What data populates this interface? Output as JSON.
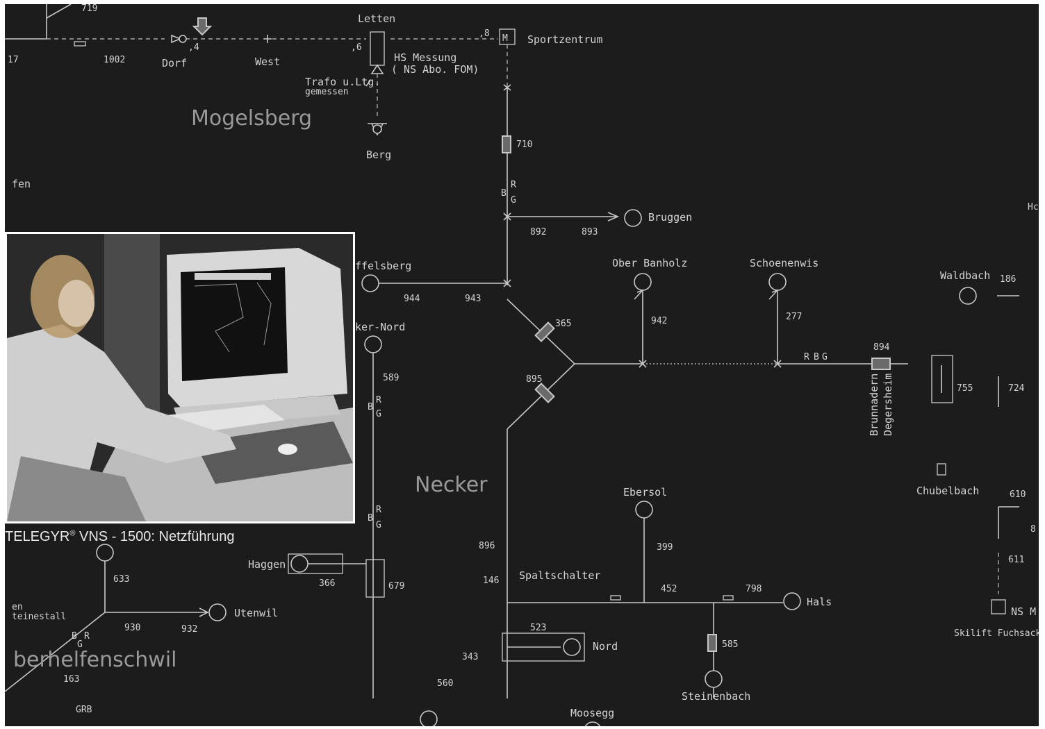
{
  "caption": {
    "brand": "TELEGYR",
    "mark": "®",
    "rest": " VNS - 1500: Netzführung"
  },
  "regions": {
    "mogelsberg": "Mogelsberg",
    "necker": "Necker",
    "oberhelfenschwil": "berhelfenschwil"
  },
  "stations": {
    "letten": "Letten",
    "sportzentrum": "Sportzentrum",
    "dorf": "Dorf",
    "west": "West",
    "hs_messung": "HS Messung",
    "ns_abo": "( NS Abo. FOM)",
    "trafo": "Trafo u.Ltg.",
    "gemessen": "gemessen",
    "berg": "Berg",
    "fen": "fen",
    "bruggen": "Bruggen",
    "mogelsberg_stn": "ffelsberg",
    "necker_nord": "ker-Nord",
    "ober_banholz": "Ober Banholz",
    "schoenenwis": "Schoenenwis",
    "waldbach": "Waldbach",
    "brunnadern": "Brunnadern",
    "degersheim": "Degersheim",
    "chubelbach": "Chubelbach",
    "ebersol": "Ebersol",
    "haggen": "Haggen",
    "spaltschalter": "Spaltschalter",
    "hals": "Hals",
    "nord": "Nord",
    "steinenbach": "Steinenbach",
    "moosegg": "Moosegg",
    "utenwil": "Utenwil",
    "en": "en",
    "steinestall": "teinestall",
    "ns_m": "NS M",
    "skilift": "Skilift Fuchsacke",
    "grb": "GRB",
    "hc": "Hc"
  },
  "numbers": {
    "n719": "719",
    "n17": "17",
    "n1002": "1002",
    "n4": ",4",
    "n6": ",6",
    "n8": ",8",
    "n710": "710",
    "n892": "892",
    "n893": "893",
    "n944": "944",
    "n943": "943",
    "n365": "365",
    "n942": "942",
    "n277": "277",
    "n894": "894",
    "n895": "895",
    "n589": "589",
    "n755": "755",
    "n724": "724",
    "n186": "186",
    "n610": "610",
    "n611": "611",
    "n399": "399",
    "n452": "452",
    "n798": "798",
    "n896": "896",
    "n146": "146",
    "n633": "633",
    "n366": "366",
    "n679": "679",
    "n930": "930",
    "n932": "932",
    "n163": "163",
    "n523": "523",
    "n343": "343",
    "n585": "585",
    "n560": "560",
    "n8b": "8"
  },
  "markers": {
    "r": "R",
    "g": "G",
    "b": "B",
    "m": "M"
  }
}
